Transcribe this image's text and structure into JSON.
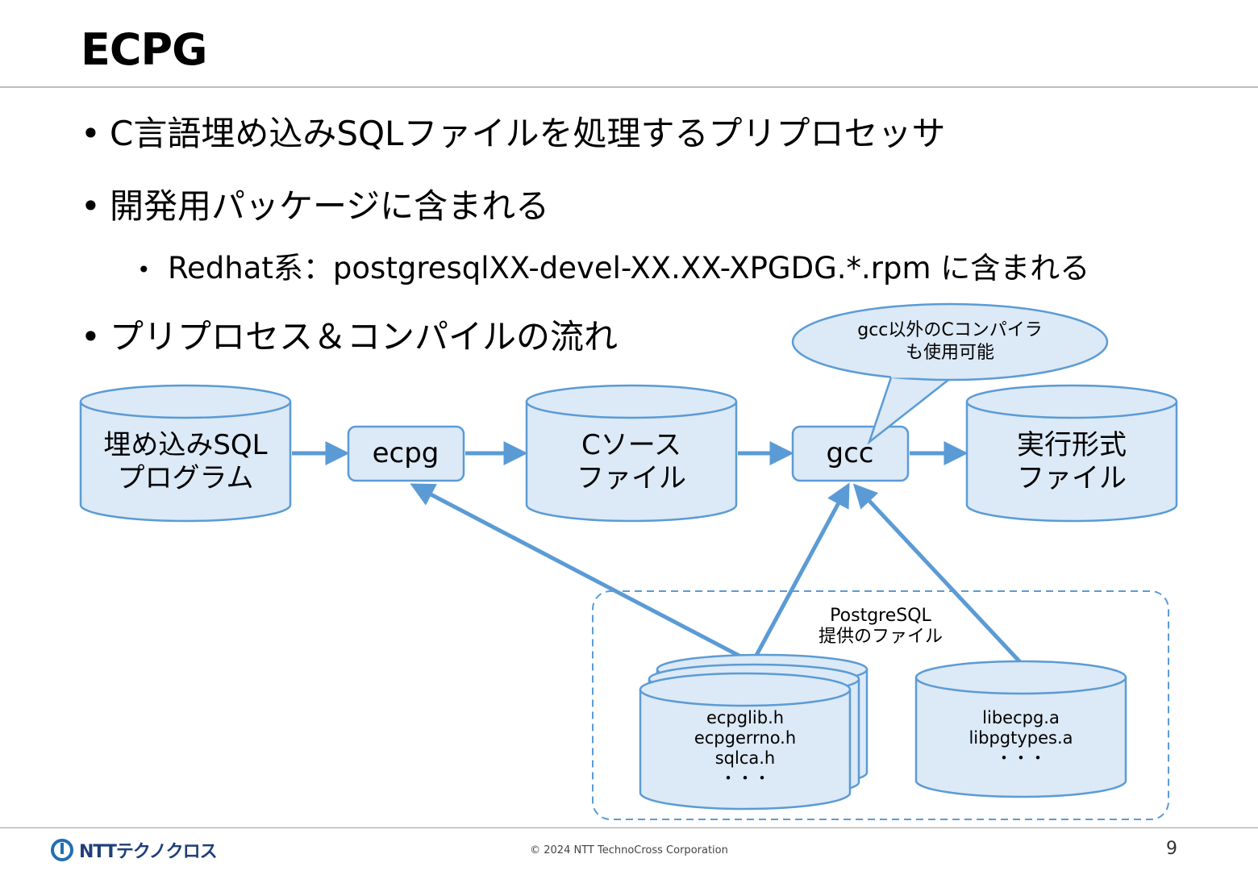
{
  "slide": {
    "title": "ECPG",
    "bullets": [
      "C言語埋め込みSQLファイルを処理するプリプロセッサ",
      "開発用パッケージに含まれる",
      "プリプロセス＆コンパイルの流れ"
    ],
    "sub_bullet": "Redhat系：postgresqlXX-devel-XX.XX-XPGDG.*.rpm に含まれる",
    "bullet_mark": "•",
    "page_number": "9",
    "copyright": "© 2024 NTT TechnoCross Corporation",
    "logo_text": "NTTテクノクロス"
  },
  "diagram": {
    "nodes": {
      "embedded_sql": [
        "埋め込みSQL",
        "プログラム"
      ],
      "ecpg": "ecpg",
      "c_source": [
        "Cソース",
        "ファイル"
      ],
      "gcc": "gcc",
      "executable": [
        "実行形式",
        "ファイル"
      ],
      "headers": [
        "ecpglib.h",
        "ecpgerrno.h",
        "sqlca.h",
        "・・・"
      ],
      "libs": [
        "libecpg.a",
        "libpgtypes.a",
        "・・・"
      ]
    },
    "group_label": [
      "PostgreSQL",
      "提供のファイル"
    ],
    "callout": [
      "gcc以外のCコンパイラ",
      "も使用可能"
    ],
    "colors": {
      "fill": "#dce9f6",
      "stroke": "#5b9bd5",
      "arrow": "#5b9bd5",
      "callout_fill": "#dce9f6"
    }
  }
}
